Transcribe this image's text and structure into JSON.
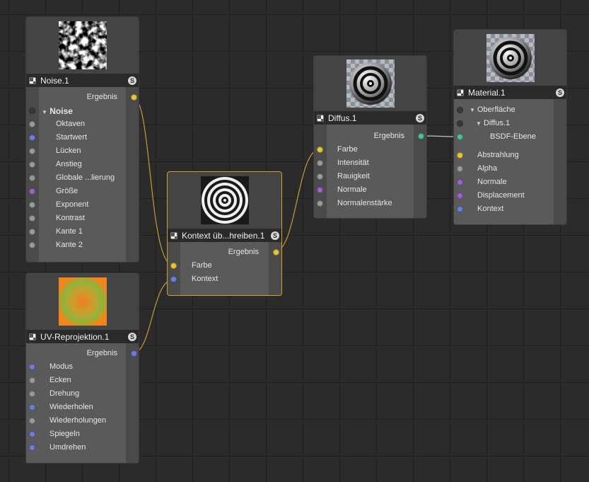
{
  "colors": {
    "yellow": "#e6c53a",
    "gray": "#9a9a9a",
    "blue": "#6a7fd6",
    "purple": "#9a64c8",
    "green": "#4cc28c",
    "darkgray": "#3a3a3a",
    "wire": "#c99a36",
    "wire_green": "#b9c7c0"
  },
  "nodes": {
    "noise": {
      "title": "Noise.1",
      "badge": "S",
      "output": "Ergebnis",
      "group": "Noise",
      "inputs": [
        "Oktaven",
        "Startwert",
        "Lücken",
        "Anstieg",
        "Globale ...lierung",
        "Größe",
        "Exponent",
        "Kontrast",
        "Kante 1",
        "Kante 2"
      ]
    },
    "uv": {
      "title": "UV-Reprojektion.1",
      "badge": "S",
      "output": "Ergebnis",
      "inputs": [
        "Modus",
        "Ecken",
        "Drehung",
        "Wiederholen",
        "Wiederholungen",
        "Spiegeln",
        "Umdrehen"
      ]
    },
    "kontext": {
      "title": "Kontext üb...hreiben.1",
      "badge": "S",
      "output": "Ergebnis",
      "inputs": [
        "Farbe",
        "Kontext"
      ]
    },
    "diffus": {
      "title": "Diffus.1",
      "badge": "S",
      "output": "Ergebnis",
      "inputs": [
        "Farbe",
        "Intensität",
        "Rauigkeit",
        "Normale",
        "Normalenstärke"
      ]
    },
    "material": {
      "title": "Material.1",
      "badge": "S",
      "tree": [
        "Oberfläche",
        "Diffus.1",
        "BSDF-Ebene"
      ],
      "inputs": [
        "Abstrahlung",
        "Alpha",
        "Normale",
        "Displacement",
        "Kontext"
      ]
    }
  }
}
